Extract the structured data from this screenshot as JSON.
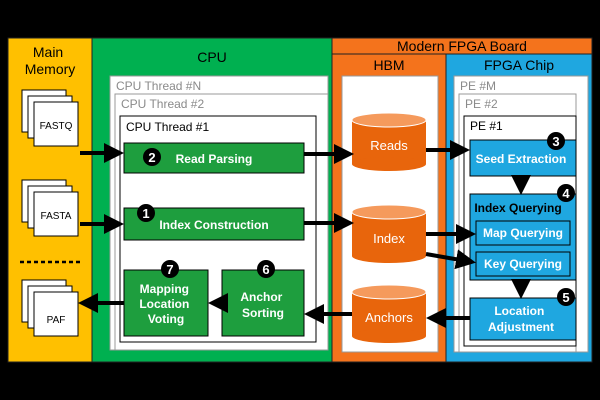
{
  "regions": {
    "main_memory": "Main\nMemory",
    "cpu": "CPU",
    "fpga_board": "Modern FPGA Board",
    "hbm": "HBM",
    "fpga_chip": "FPGA Chip"
  },
  "files": {
    "fastq": "FASTQ",
    "fasta": "FASTA",
    "paf": "PAF"
  },
  "cpu_threads": [
    "CPU Thread #N",
    "CPU Thread #2",
    "CPU Thread #1"
  ],
  "pes": [
    "PE #M",
    "PE #2",
    "PE #1"
  ],
  "steps": {
    "read_parsing": {
      "num": "2",
      "label": "Read Parsing"
    },
    "index_construction": {
      "num": "1",
      "label": "Index Construction"
    },
    "mapping_voting": {
      "num": "7",
      "label": "Mapping\nLocation\nVoting"
    },
    "anchor_sorting": {
      "num": "6",
      "label": "Anchor\nSorting"
    },
    "seed_extraction": {
      "num": "3",
      "label": "Seed Extraction"
    },
    "index_querying": {
      "num": "4",
      "label": "Index Querying"
    },
    "map_querying": "Map Querying",
    "key_querying": "Key Querying",
    "location_adjustment": {
      "num": "5",
      "label": "Location\nAdjustment"
    }
  },
  "hbm_items": {
    "reads": "Reads",
    "index": "Index",
    "anchors": "Anchors"
  },
  "colors": {
    "main_memory": "#FFC000",
    "cpu": "#00B050",
    "cpu_step": "#1E9E3E",
    "fpga_board": "#F4731C",
    "hbm_cyl": "#E8650C",
    "fpga_chip": "#1FA7E0",
    "fpga_step": "#1FA7E0"
  }
}
